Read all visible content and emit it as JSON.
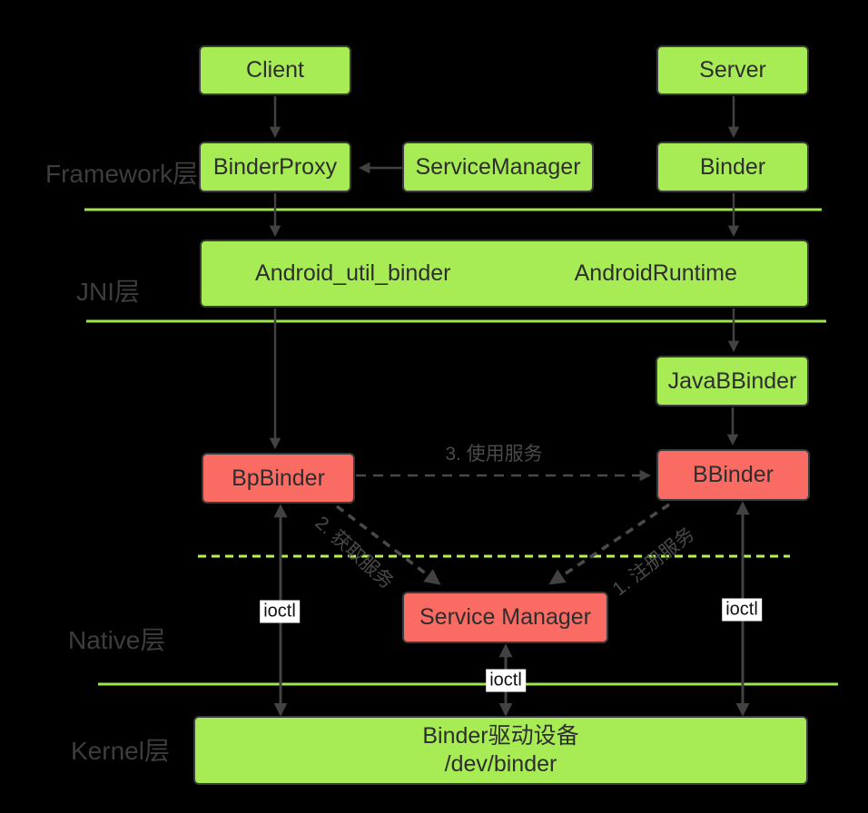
{
  "layers": {
    "framework": "Framework层",
    "jni": "JNI层",
    "native": "Native层",
    "kernel": "Kernel层"
  },
  "nodes": {
    "client": "Client",
    "server": "Server",
    "binder_proxy": "BinderProxy",
    "service_manager": "ServiceManager",
    "binder": "Binder",
    "android_util_binder": "Android_util_binder",
    "android_runtime": "AndroidRuntime",
    "java_bbinder": "JavaBBinder",
    "bp_binder": "BpBinder",
    "bbinder": "BBinder",
    "native_service_manager": "Service Manager",
    "binder_driver": {
      "line1": "Binder驱动设备",
      "line2": "/dev/binder"
    }
  },
  "edges": {
    "use_service": "3. 使用服务",
    "get_service": "2. 获取服务",
    "register_service": "1. 注册服务",
    "ioctl_left": "ioctl",
    "ioctl_middle": "ioctl",
    "ioctl_right": "ioctl"
  },
  "colors": {
    "background": "#000000",
    "node_green": "#a7ec55",
    "node_red": "#f96b63",
    "node_border": "#3b3b3b",
    "node_text": "#2e2e2e",
    "layer_label_text": "#3d3d3d",
    "separator_line": "#9fe54c",
    "dashed_separator_line": "#b7f34e",
    "arrow": "#424242",
    "ioctl_background": "#ffffff",
    "ioctl_text": "#111111"
  }
}
